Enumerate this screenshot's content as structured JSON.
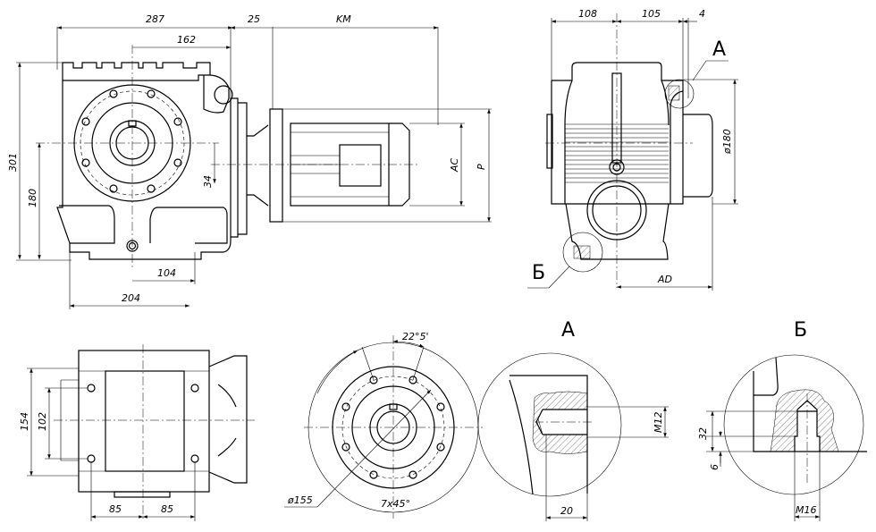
{
  "front_view": {
    "dims": {
      "overall_length": "287",
      "to_shaft_axis": "162",
      "adapter": "25",
      "motor_length": "KM",
      "height": "301",
      "axis_height": "180",
      "offset": "34",
      "motor_ac": "AC",
      "motor_p": "P",
      "foot_half": "104",
      "foot_width": "204"
    }
  },
  "side_view": {
    "dims": {
      "left": "108",
      "right": "105",
      "gap": "4",
      "flange_dia": "ø180",
      "ad": "AD"
    },
    "detail_a_callout": "А",
    "detail_b_callout": "Б"
  },
  "bottom_view": {
    "dims": {
      "width": "154",
      "bolt_spacing": "102",
      "half_left": "85",
      "half_right": "85"
    }
  },
  "flange_view": {
    "dims": {
      "angle": "22°5'",
      "bolt_circle": "ø155",
      "holes": "7x45°"
    }
  },
  "detail_a": {
    "title": "А",
    "dims": {
      "thread": "M12",
      "depth": "20"
    }
  },
  "detail_b": {
    "title": "Б",
    "dims": {
      "depth": "32",
      "chamfer": "6",
      "thread": "M16"
    }
  }
}
